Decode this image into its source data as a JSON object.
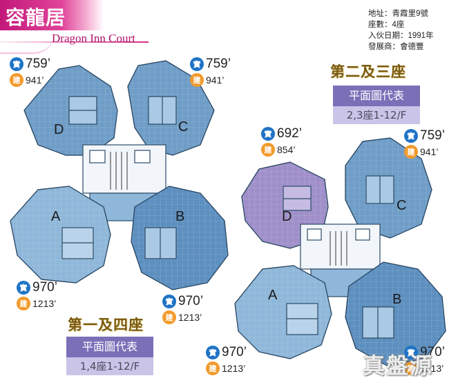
{
  "header": {
    "title": "容龍居",
    "subtitle": "Dragon Inn Court"
  },
  "info": {
    "address": "地址：青霞里9號",
    "blocks": "座數：4座",
    "occupation": "入伙日期：1991年",
    "developer": "發展商：會德豐"
  },
  "plan_left": {
    "heading": "第一及四座",
    "legend_title": "平面圖代表",
    "legend_range": "1,4座1-12/F",
    "units": {
      "A": "A",
      "B": "B",
      "C": "C",
      "D": "D"
    },
    "areas": {
      "D": {
        "saleable": "759’",
        "gross": "941’"
      },
      "C": {
        "saleable": "759’",
        "gross": "941’"
      },
      "A": {
        "saleable": "970’",
        "gross": "1213’"
      },
      "B": {
        "saleable": "970’",
        "gross": "1213’"
      }
    }
  },
  "plan_right": {
    "heading": "第二及三座",
    "legend_title": "平面圖代表",
    "legend_range": "2,3座1-12/F",
    "units": {
      "A": "A",
      "B": "B",
      "C": "C",
      "D": "D"
    },
    "areas": {
      "D": {
        "saleable": "692’",
        "gross": "854’"
      },
      "C": {
        "saleable": "759’",
        "gross": "941’"
      },
      "A": {
        "saleable": "970’",
        "gross": "1213’"
      },
      "B": {
        "saleable": "970’",
        "gross": "1213’"
      }
    }
  },
  "badges": {
    "saleable": "實",
    "gross": "建"
  },
  "watermark": "真盤源",
  "colors": {
    "brand": "#c2187a",
    "unit_light": "#8fb7d9",
    "unit_dark": "#5d8fbf",
    "unit_purple": "#9f8fc9",
    "saleable_badge": "#1e74c6",
    "gross_badge": "#f19a2b"
  }
}
